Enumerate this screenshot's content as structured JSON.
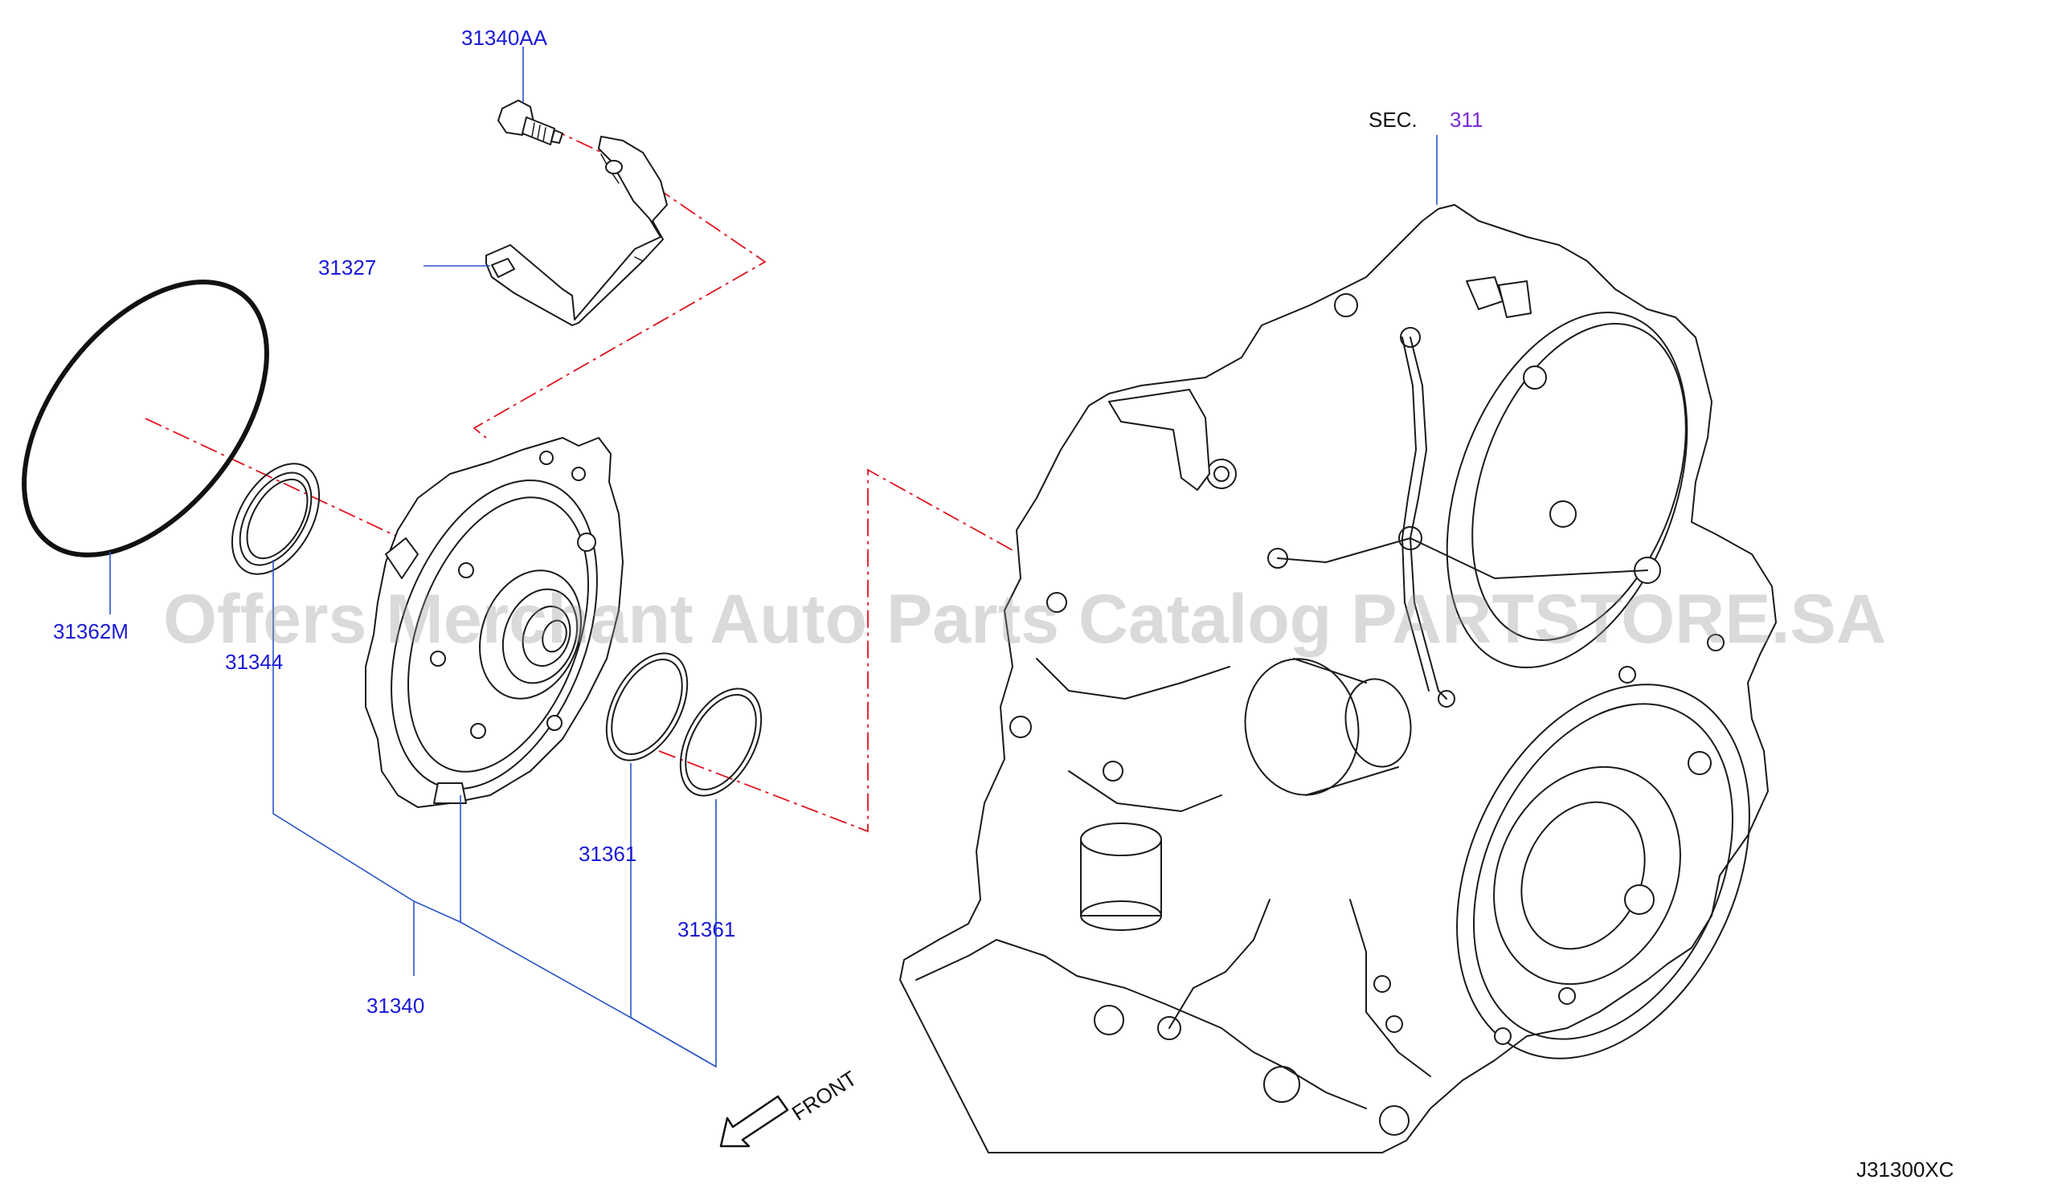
{
  "diagram": {
    "watermark": "Offers Merchant Auto Parts Catalog PARTSTORE.SA",
    "section_ref": {
      "prefix": "SEC.",
      "number": "311"
    },
    "figure_code": "J31300XC",
    "direction_label": "FRONT",
    "parts": [
      {
        "id": "p31340AA",
        "number": "31340AA"
      },
      {
        "id": "p31327",
        "number": "31327"
      },
      {
        "id": "p31362M",
        "number": "31362M"
      },
      {
        "id": "p31344",
        "number": "31344"
      },
      {
        "id": "p31361a",
        "number": "31361"
      },
      {
        "id": "p31361b",
        "number": "31361"
      },
      {
        "id": "p31340",
        "number": "31340"
      }
    ]
  }
}
